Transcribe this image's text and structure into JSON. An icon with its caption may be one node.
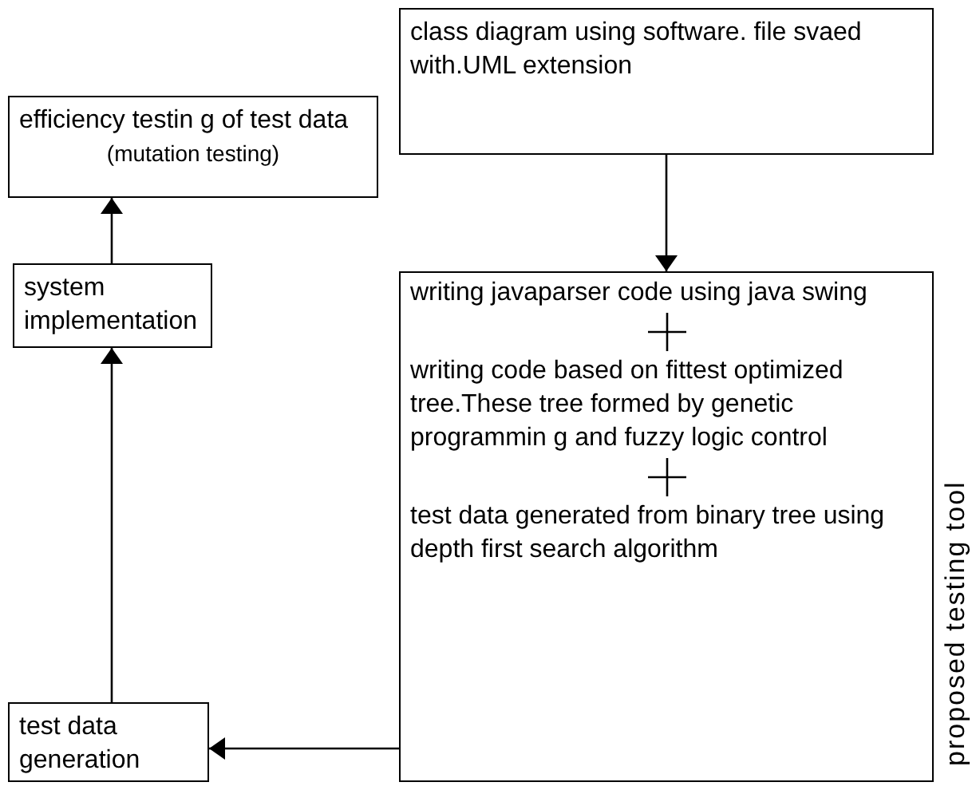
{
  "diagram": {
    "nodes": [
      {
        "text": [
          "class diagram using software. file svaed with.UML extension"
        ]
      },
      {
        "text": [
          "writing javaparser code using java swing",
          "writing code based on fittest optimized tree.These tree formed by genetic programmin g and fuzzy logic control",
          "test data generated from binary tree using depth first search algorithm"
        ],
        "beside": [
          "proposed testing tool"
        ]
      },
      {
        "text": [
          "efficiency testin g of test data",
          "(mutation testing)"
        ]
      },
      {
        "text": [
          "system implementation"
        ]
      },
      {
        "text": [
          "test data generation"
        ]
      }
    ],
    "edges": [
      {
        "from": 0,
        "to": 1,
        "arrow": "to"
      },
      {
        "from": 1,
        "to": 4,
        "arrow": "to"
      },
      {
        "from": 4,
        "to": 3,
        "arrow": "to"
      },
      {
        "from": 3,
        "to": 2,
        "arrow": "to"
      }
    ]
  }
}
